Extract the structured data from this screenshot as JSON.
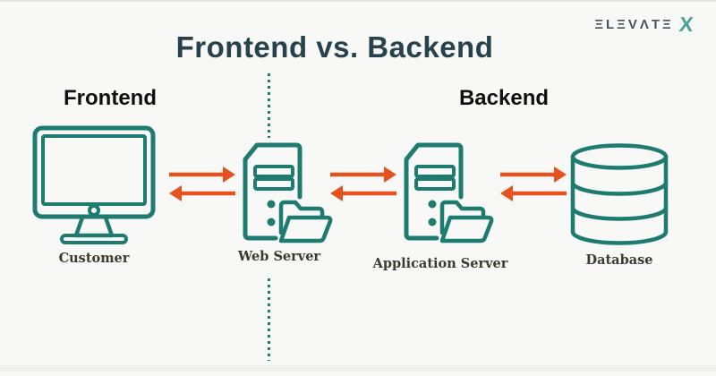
{
  "title": "Frontend vs. Backend",
  "brand": {
    "wordmark": "ΞLΞVΛTΞ",
    "x_mark": "X"
  },
  "sections": {
    "frontend": "Frontend",
    "backend": "Backend"
  },
  "nodes": [
    {
      "id": "customer",
      "label": "Customer",
      "icon": "monitor-icon"
    },
    {
      "id": "web-server",
      "label": "Web Server",
      "icon": "server-folder-icon"
    },
    {
      "id": "application-server",
      "label": "Application Server",
      "icon": "server-folder-icon"
    },
    {
      "id": "database",
      "label": "Database",
      "icon": "database-icon"
    }
  ],
  "connections": [
    {
      "from": "customer",
      "to": "web-server",
      "type": "bidirectional-arrows"
    },
    {
      "from": "web-server",
      "to": "application-server",
      "type": "bidirectional-arrows"
    },
    {
      "from": "application-server",
      "to": "database",
      "type": "bidirectional-arrows"
    }
  ],
  "colors": {
    "bg": "#f8f8f6",
    "icon-stroke": "#1e7b6f",
    "arrow": "#e6521f",
    "title": "#27424d",
    "heading": "#101010",
    "node-label": "#3c3a2e",
    "wordmark": "#47525a",
    "brand-x": "#4da199"
  }
}
